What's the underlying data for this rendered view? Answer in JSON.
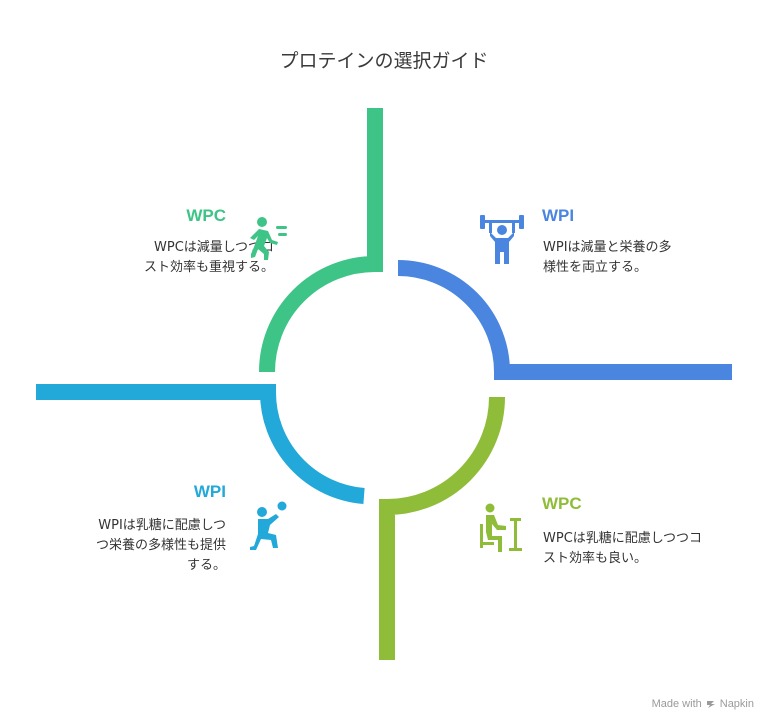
{
  "title": "プロテインの選択ガイド",
  "quadrants": [
    {
      "id": "top-left",
      "title": "WPC",
      "color": "#3ec486",
      "icon": "running-person-icon",
      "lines": [
        "WPCは減量しつつコ",
        "スト効率も重視する。"
      ]
    },
    {
      "id": "top-right",
      "title": "WPI",
      "color": "#4a86e0",
      "icon": "weightlifter-icon",
      "lines": [
        "WPIは減量と栄養の多",
        "様性を両立する。"
      ]
    },
    {
      "id": "bottom-left",
      "title": "WPI",
      "color": "#22a9d9",
      "icon": "kneeling-athlete-icon",
      "lines": [
        "WPIは乳糖に配慮しつ",
        "つ栄養の多様性も提供",
        "する。"
      ]
    },
    {
      "id": "bottom-right",
      "title": "WPC",
      "color": "#8fbd3a",
      "icon": "seated-exercise-icon",
      "lines": [
        "WPCは乳糖に配慮しつつコ",
        "スト効率も良い。"
      ]
    }
  ],
  "watermark": {
    "prefix": "Made with",
    "brand": "Napkin"
  }
}
